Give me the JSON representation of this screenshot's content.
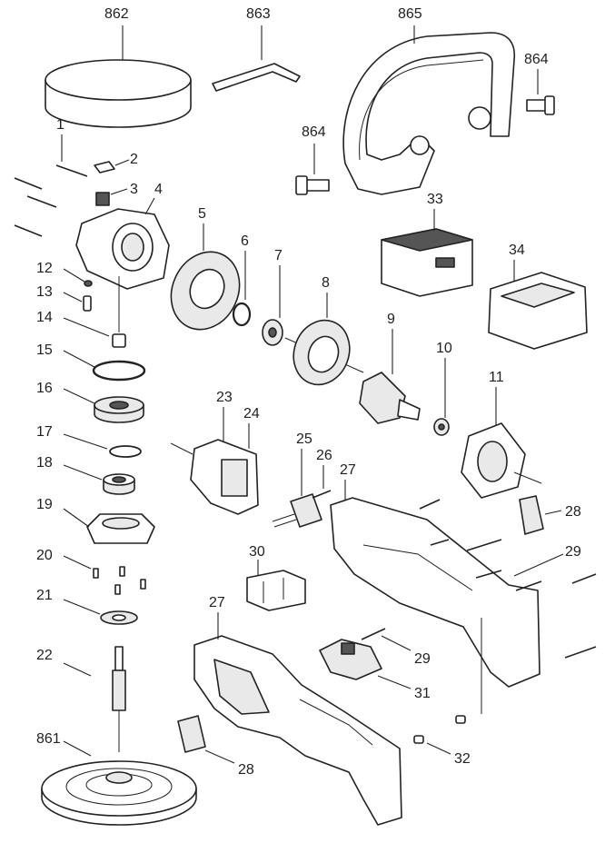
{
  "labels": {
    "p1": "1",
    "p2": "2",
    "p3": "3",
    "p4": "4",
    "p5": "5",
    "p6": "6",
    "p7": "7",
    "p8": "8",
    "p9": "9",
    "p10": "10",
    "p11": "11",
    "p12": "12",
    "p13": "13",
    "p14": "14",
    "p15": "15",
    "p16": "16",
    "p17": "17",
    "p18": "18",
    "p19": "19",
    "p20": "20",
    "p21": "21",
    "p22": "22",
    "p23": "23",
    "p24": "24",
    "p25": "25",
    "p26": "26",
    "p27a": "27",
    "p27b": "27",
    "p28a": "28",
    "p28b": "28",
    "p29a": "29",
    "p29b": "29",
    "p30": "30",
    "p31": "31",
    "p32": "32",
    "p33": "33",
    "p34": "34",
    "p861": "861",
    "p862": "862",
    "p863": "863",
    "p864a": "864",
    "p864b": "864",
    "p865": "865"
  }
}
